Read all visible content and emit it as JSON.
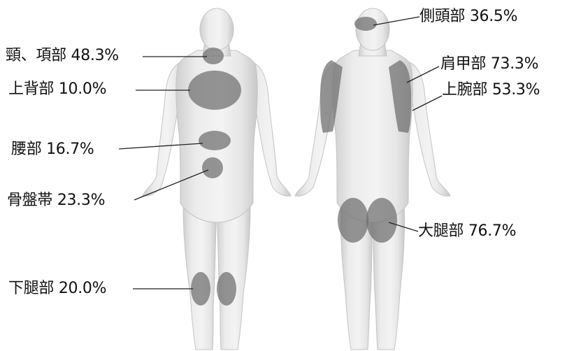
{
  "labels": {
    "neck": {
      "name": "頸、項部",
      "value": "48.3%"
    },
    "upper_back": {
      "name": "上背部",
      "value": "10.0%"
    },
    "lower_back": {
      "name": "腰部",
      "value": "16.7%"
    },
    "pelvis": {
      "name": "骨盤帯",
      "value": "23.3%"
    },
    "lower_leg": {
      "name": "下腿部",
      "value": "20.0%"
    },
    "temporal": {
      "name": "側頭部",
      "value": "36.5%"
    },
    "scapular": {
      "name": "肩甲部",
      "value": "73.3%"
    },
    "upper_arm": {
      "name": "上腕部",
      "value": "53.3%"
    },
    "thigh": {
      "name": "大腿部",
      "value": "76.7%"
    }
  },
  "colors": {
    "body_fill": "#e4e4e4",
    "body_edge": "#bdbdbd",
    "highlight": "#6e6e6e",
    "leader_line": "#222222"
  }
}
